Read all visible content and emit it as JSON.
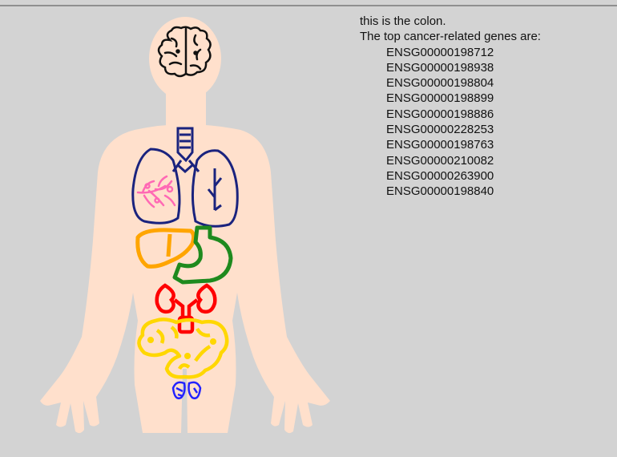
{
  "info": {
    "intro": "this is the colon.",
    "heading": "The top cancer-related genes are:",
    "genes": [
      "ENSG00000198712",
      "ENSG00000198938",
      "ENSG00000198804",
      "ENSG00000198899",
      "ENSG00000198886",
      "ENSG00000228253",
      "ENSG00000198763",
      "ENSG00000210082",
      "ENSG00000263900",
      "ENSG00000198840"
    ]
  },
  "organs": [
    {
      "name": "brain",
      "color": "#111111",
      "icon": "brain-icon"
    },
    {
      "name": "trachea",
      "color": "#1a237e",
      "icon": "trachea-icon"
    },
    {
      "name": "lungs",
      "color": "#1a237e",
      "icon": "lungs-icon"
    },
    {
      "name": "bronchial tree",
      "color": "#ff69b4",
      "icon": "bronchi-icon"
    },
    {
      "name": "liver",
      "color": "#ffa500",
      "icon": "liver-icon"
    },
    {
      "name": "stomach",
      "color": "#1e8a1e",
      "icon": "stomach-icon"
    },
    {
      "name": "kidneys",
      "color": "#ff0000",
      "icon": "kidneys-icon"
    },
    {
      "name": "colon",
      "color": "#ffd700",
      "icon": "colon-icon"
    },
    {
      "name": "bladder",
      "color": "#2222ff",
      "icon": "bladder-icon"
    }
  ],
  "colors": {
    "background": "#d3d3d3",
    "body_skin": "#ffe0cc"
  }
}
